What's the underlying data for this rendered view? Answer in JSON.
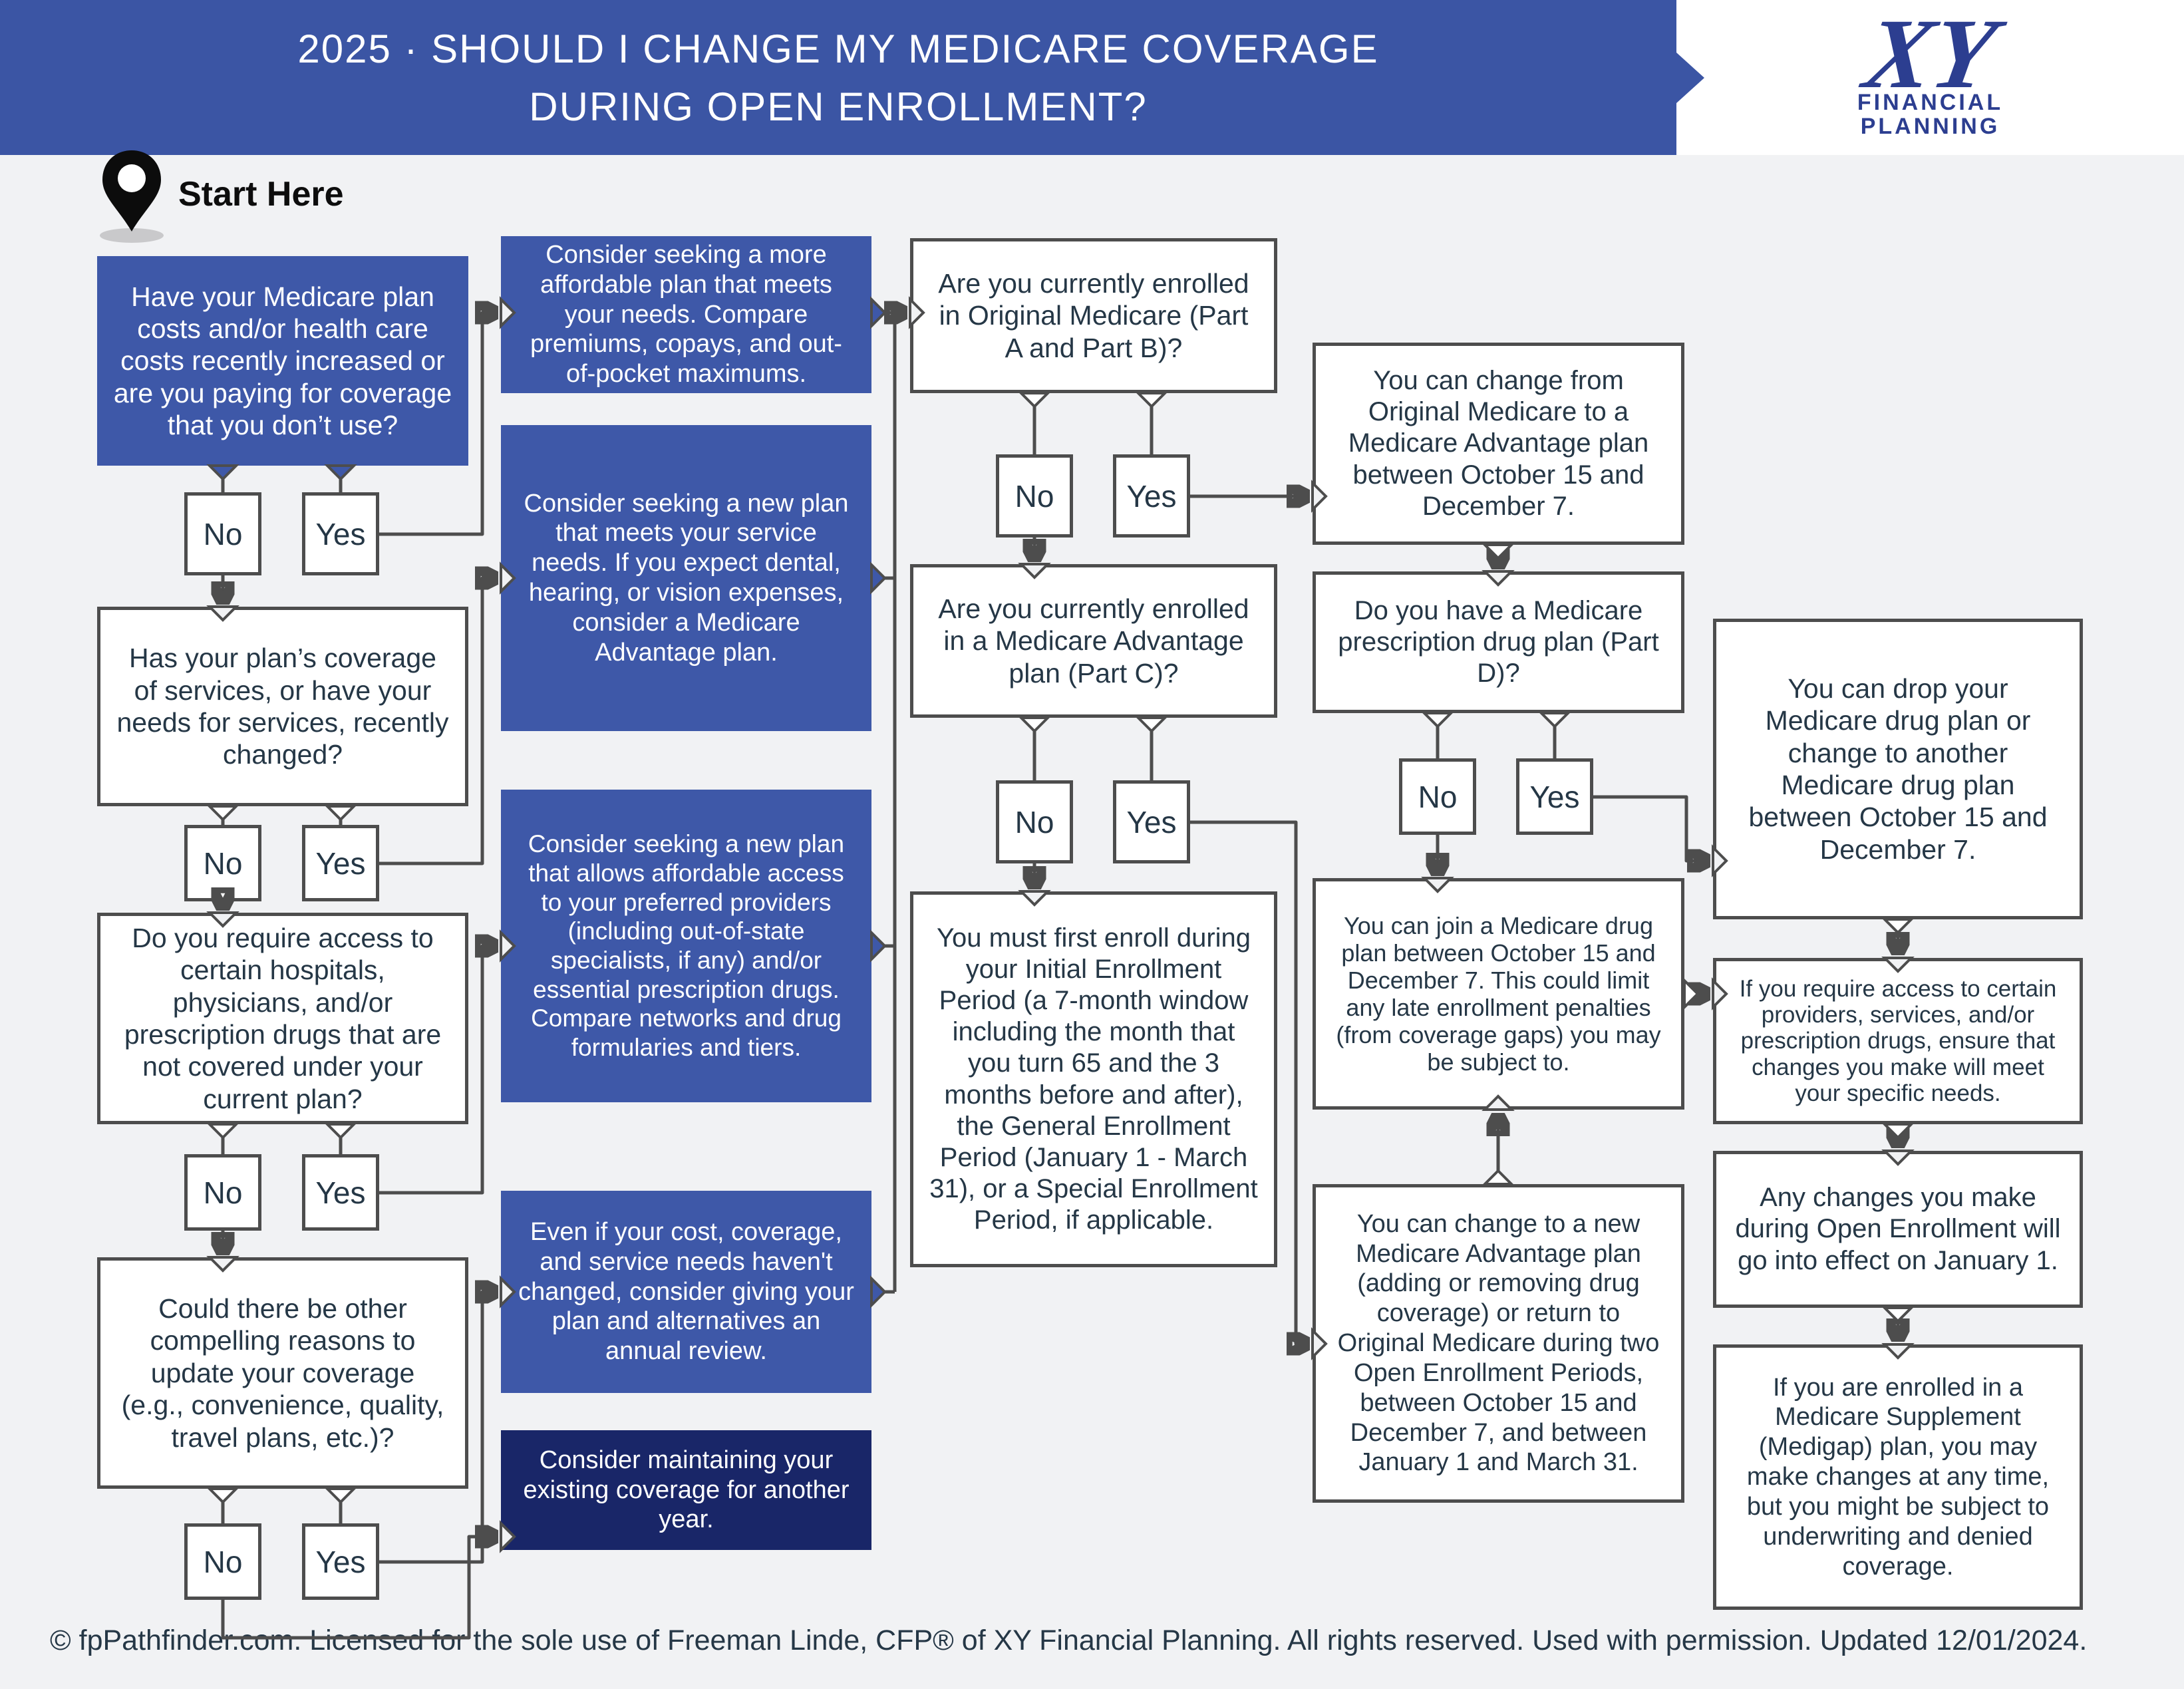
{
  "header": {
    "title_line1": "2025 · SHOULD I CHANGE MY MEDICARE COVERAGE",
    "title_line2": "DURING OPEN ENROLLMENT?",
    "logo_monogram": "XY",
    "logo_line1": "FINANCIAL",
    "logo_line2": "PLANNING"
  },
  "start_label": "Start Here",
  "answers": {
    "no": "No",
    "yes": "Yes"
  },
  "nodes": {
    "q1": "Have your Medicare plan costs and/or health care costs recently increased or are you paying for coverage that you don’t use?",
    "q2": "Has your plan’s coverage of services, or have your needs for services, recently changed?",
    "q3": "Do you require access to certain hospitals, physicians, and/or prescription drugs that are not covered under your current plan?",
    "q4": "Could there be other compelling reasons to update your coverage (e.g., convenience, quality, travel plans, etc.)?",
    "b1": "Consider seeking a more affordable plan that meets your needs. Compare premiums, copays, and out-of-pocket maximums.",
    "b2": "Consider seeking a new plan that meets your service needs. If you expect dental, hearing, or vision expenses, consider a Medicare Advantage plan.",
    "b3": "Consider seeking a new plan that allows affordable access to your preferred providers (including out-of-state specialists, if any) and/or essential prescription drugs. Compare networks and drug formularies and tiers.",
    "b4": "Even if your cost, coverage, and service needs haven't changed, consider giving your plan and alternatives an annual review.",
    "b5": "Consider maintaining your existing coverage for another year.",
    "m1": "Are you currently enrolled in Original Medicare (Part A and Part B)?",
    "m2": "Are you currently enrolled in a Medicare Advantage plan (Part C)?",
    "m3": "You must first enroll during your Initial Enrollment Period (a 7-month window including the month that you turn 65 and the 3 months before and after), the General Enrollment Period (January 1 - March 31), or a Special Enrollment Period, if applicable.",
    "r1": "You can change from Original Medicare to a Medicare Advantage plan between October 15 and December 7.",
    "r2": "Do you have a Medicare prescription drug plan (Part D)?",
    "r3": "You can join a Medicare drug plan between October 15 and December 7. This could limit any late enrollment penalties (from coverage gaps) you may be subject to.",
    "r4": "You can change to a new Medicare Advantage plan (adding or removing drug coverage) or return to Original Medicare during two Open Enrollment Periods, between October 15 and December 7, and between January 1 and March 31.",
    "s1": "You can drop your Medicare drug plan or change to another Medicare drug plan between October 15 and December 7.",
    "s2": "If you require access to certain providers, services, and/or prescription drugs, ensure that changes you make will meet your specific needs.",
    "s3": "Any changes you make during Open Enrollment will go into effect on January 1.",
    "s4": "If you are enrolled in a Medicare Supplement (Medigap) plan, you may make changes at any time, but you might be subject to underwriting and denied coverage."
  },
  "footer": "© fpPathfinder.com. Licensed for the sole use of Freeman Linde, CFP® of XY Financial Planning. All rights reserved. Used with permission. Updated 12/01/2024.",
  "colors": {
    "header_blue": "#3b55a4",
    "suggestion_blue": "#3e58a8",
    "dark_navy": "#192668",
    "line_gray": "#4d4d4d",
    "text_navy": "#253746",
    "background": "#f1f2f4",
    "logo_navy": "#2c3e90"
  }
}
